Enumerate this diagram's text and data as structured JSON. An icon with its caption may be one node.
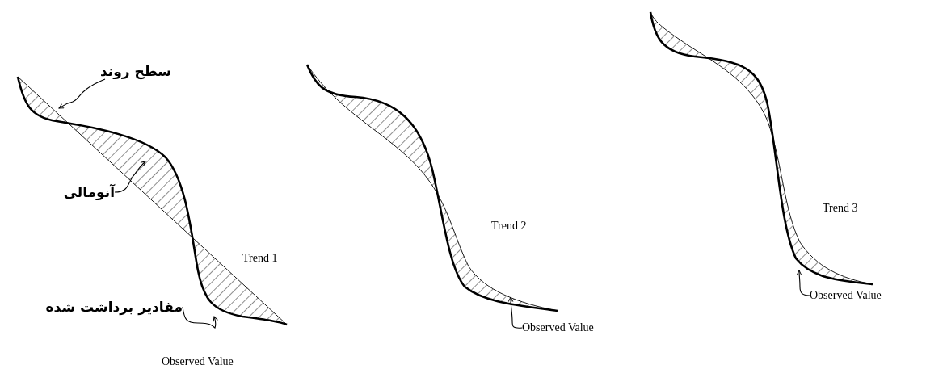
{
  "diagram": {
    "nodes": [
      {
        "text": [
          "سطح روند"
        ]
      },
      {
        "text": [
          "آنومالی"
        ]
      },
      {
        "text": [
          "مقادیر برداشت شده"
        ]
      },
      {
        "text": [
          "Observed Value"
        ]
      },
      {
        "text": [
          "Observed Value"
        ]
      }
    ],
    "edges": [
      {
        "from": 0,
        "to": null,
        "arrow": "to"
      },
      {
        "from": 1,
        "to": null,
        "arrow": "to"
      },
      {
        "from": 2,
        "to": null,
        "arrow": "to"
      },
      {
        "from": 3,
        "to": null,
        "arrow": "to"
      },
      {
        "from": 4,
        "to": null,
        "arrow": "to"
      }
    ],
    "labels": [
      "Trend 1",
      "Observed Value",
      "Trend 2",
      "Trend 3"
    ]
  }
}
